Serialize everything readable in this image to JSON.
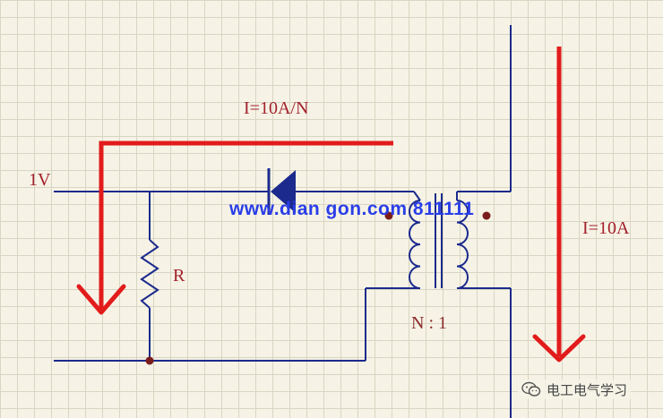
{
  "labels": {
    "voltage": "1V",
    "resistor": "R",
    "primary_current": "I=10A/N",
    "secondary_current": "I=10A",
    "turns_ratio": "N : 1"
  },
  "watermark": "www.dian gon.com 811111",
  "badge": {
    "icon": "wechat-icon",
    "text": "电工电气学习"
  },
  "colors": {
    "wire": "#1b2a8c",
    "current_arrow": "#e21b1b",
    "junction": "#7a1c1c",
    "label": "#a3202b"
  }
}
